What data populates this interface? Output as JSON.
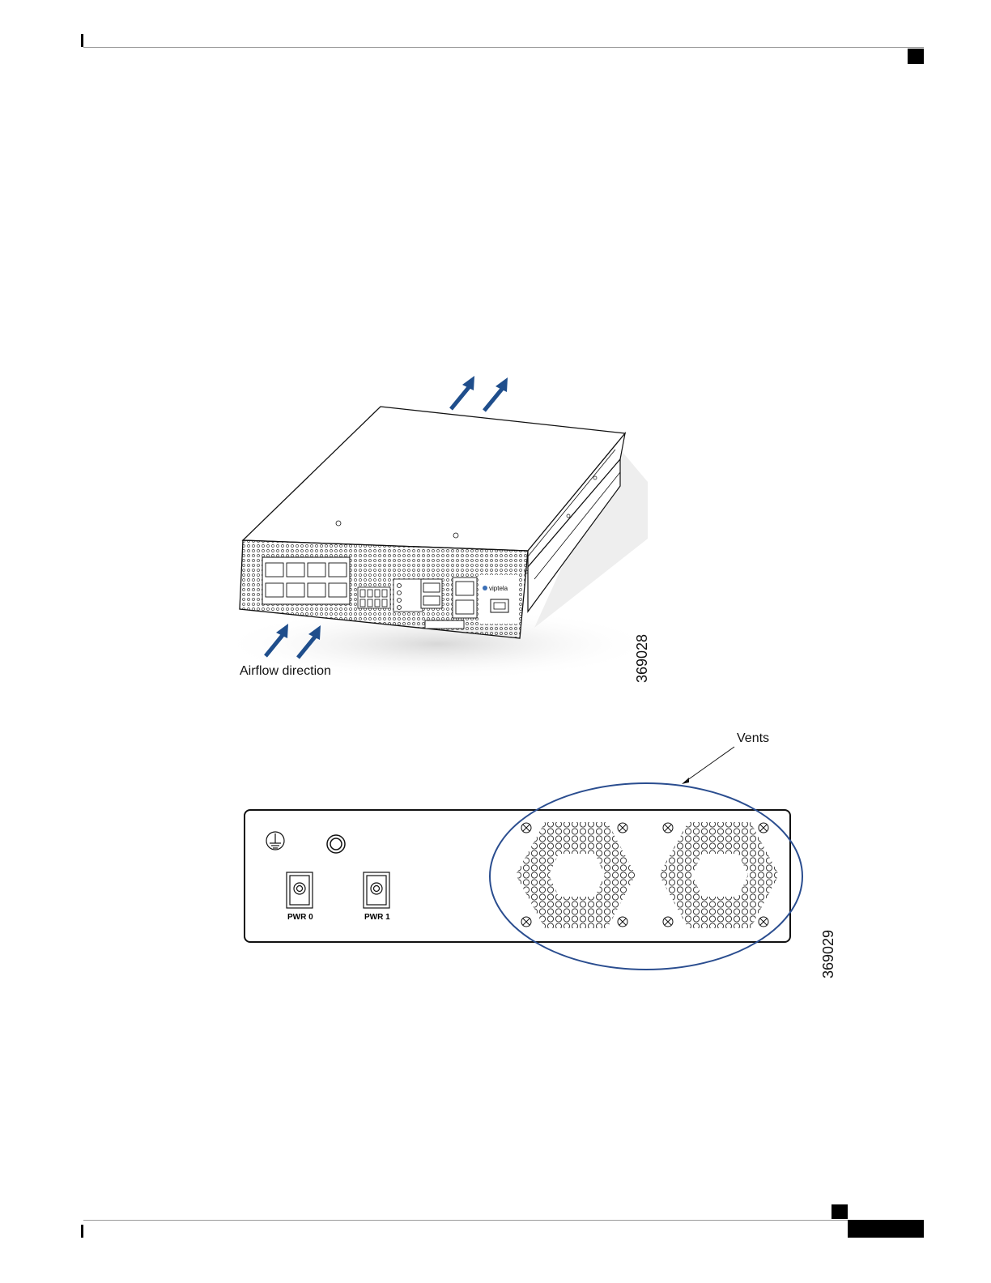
{
  "figure1": {
    "caption": "Airflow direction",
    "figure_number": "369028",
    "brand": "viptela"
  },
  "figure2": {
    "vents_label": "Vents",
    "figure_number": "369029",
    "pwr0_label": "PWR 0",
    "pwr1_label": "PWR 1"
  },
  "colors": {
    "arrow": "#1f4e8c",
    "vent_outline": "#2a4d8f",
    "line": "#000000"
  }
}
